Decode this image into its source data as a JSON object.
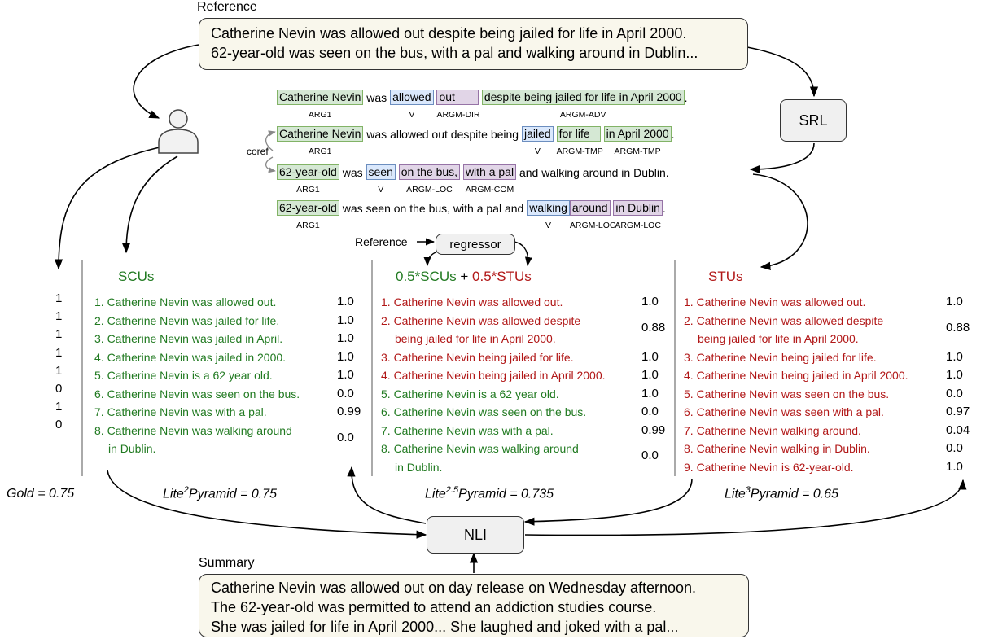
{
  "reference": {
    "label": "Reference",
    "lines": [
      "Catherine Nevin was allowed out despite being jailed for life in April 2000.",
      "62-year-old was seen on the bus, with a pal and walking around in Dublin..."
    ]
  },
  "summary": {
    "label": "Summary",
    "lines": [
      "Catherine Nevin was allowed out on day release on Wednesday afternoon.",
      "The 62-year-old was permitted to attend an addiction studies course.",
      "She was jailed for life in April 2000... She laughed and joked with a pal..."
    ]
  },
  "nodes": {
    "srl": "SRL",
    "nli": "NLI",
    "regressor": "regressor",
    "regressor_input": "Reference",
    "coref": "coref"
  },
  "srl_lines": [
    {
      "segments": [
        {
          "text": "Catherine Nevin",
          "color": "green",
          "role": "ARG1"
        },
        {
          "text": " was "
        },
        {
          "text": "allowed",
          "color": "blue",
          "role": "V"
        },
        {
          "text": " "
        },
        {
          "text": "out",
          "color": "purple",
          "role": "ARGM-DIR",
          "pad": 28
        },
        {
          "text": " "
        },
        {
          "text": "despite being jailed for life in April 2000",
          "color": "green",
          "role": "ARGM-ADV"
        },
        {
          "text": "."
        }
      ]
    },
    {
      "segments": [
        {
          "text": "Catherine Nevin",
          "color": "green",
          "role": "ARG1"
        },
        {
          "text": " was allowed out despite being "
        },
        {
          "text": "jailed",
          "color": "blue",
          "role": "V"
        },
        {
          "text": " "
        },
        {
          "text": "for life",
          "color": "green",
          "role": "ARGM-TMP",
          "pad": 12
        },
        {
          "text": " "
        },
        {
          "text": "in April 2000",
          "color": "green",
          "role": "ARGM-TMP"
        },
        {
          "text": "."
        }
      ]
    },
    {
      "segments": [
        {
          "text": "62-year-old",
          "color": "green",
          "role": "ARG1"
        },
        {
          "text": " was "
        },
        {
          "text": "seen",
          "color": "blue",
          "role": "V"
        },
        {
          "text": " "
        },
        {
          "text": "on the bus,",
          "color": "purple",
          "role": "ARGM-LOC"
        },
        {
          "text": " "
        },
        {
          "text": "with a pal",
          "color": "purple",
          "role": "ARGM-COM"
        },
        {
          "text": " and walking around in Dublin."
        }
      ]
    },
    {
      "segments": [
        {
          "text": "62-year-old",
          "color": "green",
          "role": "ARG1"
        },
        {
          "text": " was seen on the bus, with a pal and "
        },
        {
          "text": "walking",
          "color": "blue",
          "role": "V"
        },
        {
          "text": ""
        },
        {
          "text": "around",
          "color": "purple",
          "role": "ARGM-LOC"
        },
        {
          "text": " "
        },
        {
          "text": "in Dublin",
          "color": "purple",
          "role": "ARGM-LOC"
        },
        {
          "text": "."
        }
      ]
    }
  ],
  "gold_labels": [
    "1",
    "1",
    "1",
    "1",
    "1",
    "0",
    "1",
    "0"
  ],
  "scus": {
    "title": "SCUs",
    "items": [
      {
        "text": "1. Catherine Nevin was allowed out.",
        "score": "1.0"
      },
      {
        "text": "2. Catherine Nevin was jailed for life.",
        "score": "1.0"
      },
      {
        "text": "3. Catherine Nevin was jailed in April.",
        "score": "1.0"
      },
      {
        "text": "4. Catherine Nevin was jailed in 2000.",
        "score": "1.0"
      },
      {
        "text": "5. Catherine Nevin is a 62 year old.",
        "score": "1.0"
      },
      {
        "text": "6. Catherine Nevin was seen on the bus.",
        "score": "0.0"
      },
      {
        "text": "7. Catherine Nevin was with a pal.",
        "score": "0.99"
      },
      {
        "text": "8. Catherine Nevin was walking around",
        "cont": "in Dublin.",
        "score": "0.0"
      }
    ]
  },
  "mixed": {
    "title_scu": "0.5*SCUs",
    "title_plus": " + ",
    "title_stu": "0.5*STUs",
    "items": [
      {
        "text": "1. Catherine Nevin was allowed out.",
        "score": "1.0",
        "color": "red"
      },
      {
        "text": "2. Catherine Nevin was allowed despite",
        "cont": "being jailed for life in April 2000.",
        "score": "0.88",
        "color": "red"
      },
      {
        "text": "3. Catherine Nevin being jailed for life.",
        "score": "1.0",
        "color": "red"
      },
      {
        "text": "4. Catherine Nevin being jailed in April 2000.",
        "score": "1.0",
        "color": "red"
      },
      {
        "text": "5. Catherine Nevin is a 62 year old.",
        "score": "1.0",
        "color": "green"
      },
      {
        "text": "6. Catherine Nevin was seen on the bus.",
        "score": "0.0",
        "color": "green"
      },
      {
        "text": "7. Catherine Nevin was with a pal.",
        "score": "0.99",
        "color": "green"
      },
      {
        "text": "8. Catherine Nevin was walking around",
        "cont": "in Dublin.",
        "score": "0.0",
        "color": "green"
      }
    ]
  },
  "stus": {
    "title": "STUs",
    "items": [
      {
        "text": "1. Catherine Nevin was allowed out.",
        "score": "1.0"
      },
      {
        "text": "2. Catherine Nevin was allowed despite",
        "cont": "being jailed for life in April 2000.",
        "score": "0.88"
      },
      {
        "text": "3. Catherine Nevin being jailed for life.",
        "score": "1.0"
      },
      {
        "text": "4. Catherine Nevin being jailed in April 2000.",
        "score": "1.0"
      },
      {
        "text": "5. Catherine Nevin was seen on the bus.",
        "score": "0.0"
      },
      {
        "text": "6. Catherine Nevin was seen with a pal.",
        "score": "0.97"
      },
      {
        "text": "7. Catherine Nevin walking around.",
        "score": "0.04"
      },
      {
        "text": "8. Catherine Nevin walking in Dublin.",
        "score": "0.0"
      },
      {
        "text": "9. Catherine Nevin is 62-year-old.",
        "score": "1.0"
      }
    ]
  },
  "metrics": {
    "gold": "Gold = 0.75",
    "lite2_pre": "Lite",
    "lite2_sup": "2",
    "lite2_post": "Pyramid = 0.75",
    "lite25_pre": "Lite",
    "lite25_sup": "2.5",
    "lite25_post": "Pyramid = 0.735",
    "lite3_pre": "Lite",
    "lite3_sup": "3",
    "lite3_post": "Pyramid = 0.65"
  },
  "colors": {
    "scu_text": "#217a21",
    "stu_text": "#b11717",
    "box_fill": "#f9f7ec",
    "node_fill": "#f0f0f0",
    "green_span": "#d5e8d4",
    "blue_span": "#dae8fc",
    "purple_span": "#e1d5e7"
  }
}
